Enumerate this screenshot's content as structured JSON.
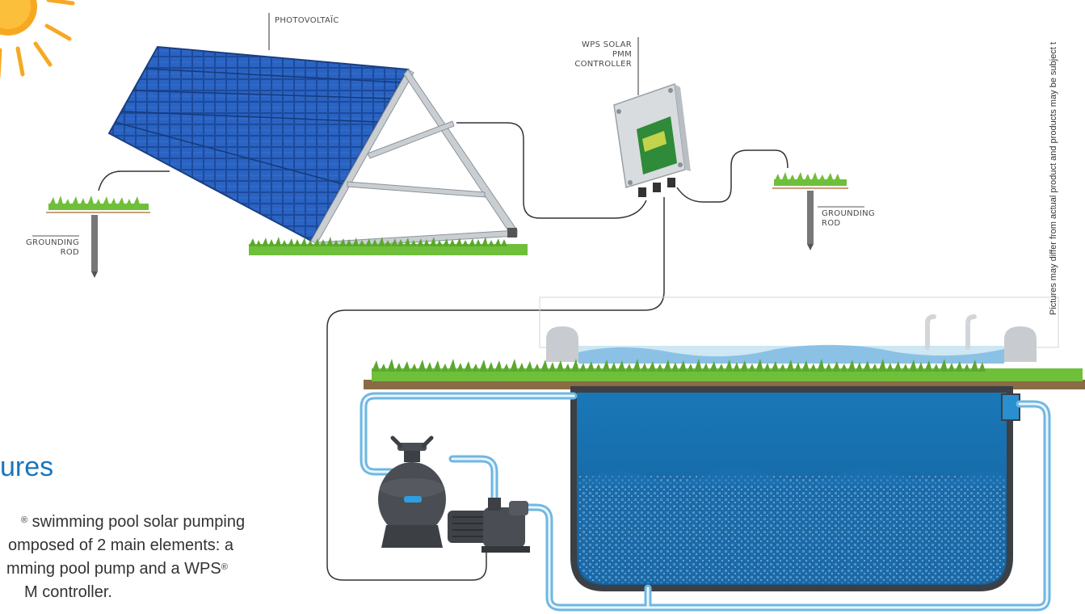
{
  "labels": {
    "photovoltaic": "PHOTOVOLTAÏC",
    "controller": [
      "WPS SOLAR",
      "PMM",
      "CONTROLLER"
    ],
    "grounding_left": [
      "GROUNDING",
      "ROD"
    ],
    "grounding_right": [
      "GROUNDING",
      "ROD"
    ]
  },
  "disclaimer": "Pictures may differ from actual product and products may be subject t",
  "section": {
    "heading": "ures",
    "lines": [
      "swimming pool solar pumping",
      "omposed of 2 main elements: a",
      "mming pool pump and a WPS",
      "M controller."
    ],
    "superscript": "®"
  },
  "colors": {
    "heading": "#1b75bb",
    "panel": "#1f4fa3",
    "water": "#1f72b0",
    "pipe": "#7cc4ea",
    "grass": "#6fbf3b",
    "deck": "#8a6b45",
    "sun": "#f7a823"
  }
}
